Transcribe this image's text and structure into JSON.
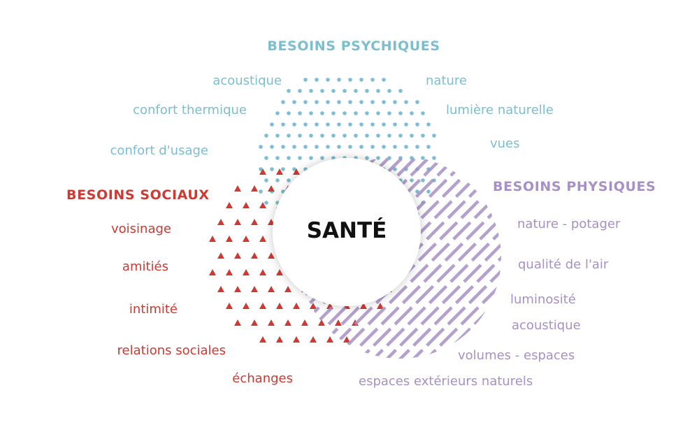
{
  "center": {
    "title": "SANTÉ"
  },
  "groups": {
    "psychiques": {
      "title": "BESOINS PSYCHIQUES",
      "color": "#7bbecf",
      "items": [
        "acoustique",
        "confort thermique",
        "confort d'usage",
        "nature",
        "lumière naturelle",
        "vues"
      ]
    },
    "sociaux": {
      "title": "BESOINS SOCIAUX",
      "color": "#cc3a33",
      "items": [
        "voisinage",
        "amitiés",
        "intimité",
        "relations sociales",
        "échanges"
      ]
    },
    "physiques": {
      "title": "BESOINS PHYSIQUES",
      "color": "#a690c6",
      "items": [
        "nature - potager",
        "qualité de l'air",
        "luminosité",
        "acoustique",
        "volumes - espaces",
        "espaces extérieurs naturels"
      ]
    }
  }
}
